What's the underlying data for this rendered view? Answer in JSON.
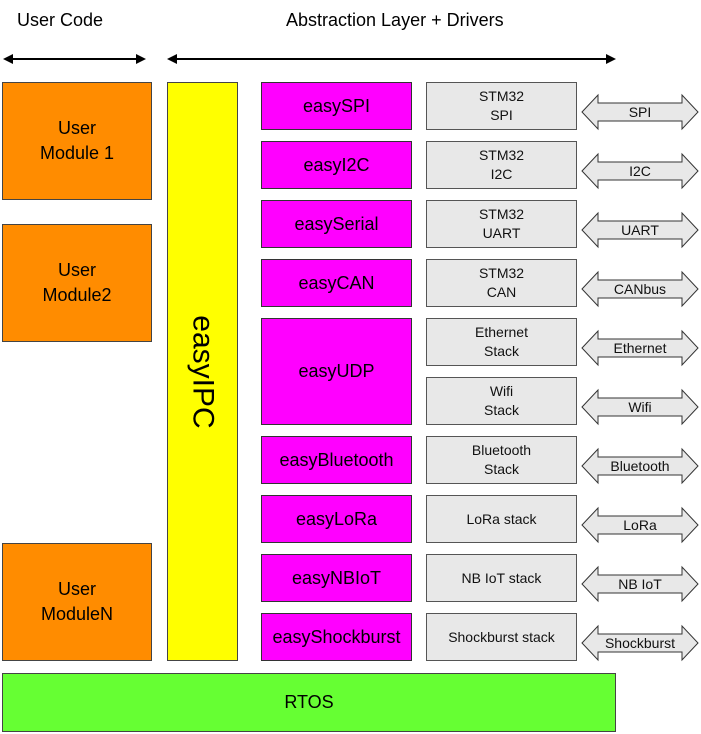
{
  "headers": {
    "user_code": "User Code",
    "abstraction": "Abstraction Layer  + Drivers"
  },
  "user_modules": [
    {
      "line1": "User",
      "line2": "Module 1"
    },
    {
      "line1": "User",
      "line2": "Module2"
    },
    {
      "line1": "User",
      "line2": "ModuleN"
    }
  ],
  "ipc_label": "easyIPC",
  "easy_modules": [
    "easySPI",
    "easyI2C",
    "easySerial",
    "easyCAN",
    "easyUDP",
    "easyBluetooth",
    "easyLoRa",
    "easyNBIoT",
    "easyShockburst"
  ],
  "drivers": [
    {
      "line1": "STM32",
      "line2": "SPI"
    },
    {
      "line1": "STM32",
      "line2": "I2C"
    },
    {
      "line1": "STM32",
      "line2": "UART"
    },
    {
      "line1": "STM32",
      "line2": "CAN"
    },
    {
      "line1": "Ethernet",
      "line2": "Stack"
    },
    {
      "line1": "Wifi",
      "line2": "Stack"
    },
    {
      "line1": "Bluetooth",
      "line2": "Stack"
    },
    {
      "line1": "LoRa stack",
      "line2": ""
    },
    {
      "line1": "NB IoT stack",
      "line2": ""
    },
    {
      "line1": "Shockburst stack",
      "line2": ""
    }
  ],
  "interfaces": [
    "SPI",
    "I2C",
    "UART",
    "CANbus",
    "Ethernet",
    "Wifi",
    "Bluetooth",
    "LoRa",
    "NB IoT",
    "Shockburst"
  ],
  "rtos_label": "RTOS",
  "colors": {
    "user_module": "#ff8c00",
    "ipc": "#ffff00",
    "easy_module": "#ff00ff",
    "driver": "#e8e8e8",
    "interface_arrow": "#e8e8e8",
    "rtos": "#66ff33"
  }
}
